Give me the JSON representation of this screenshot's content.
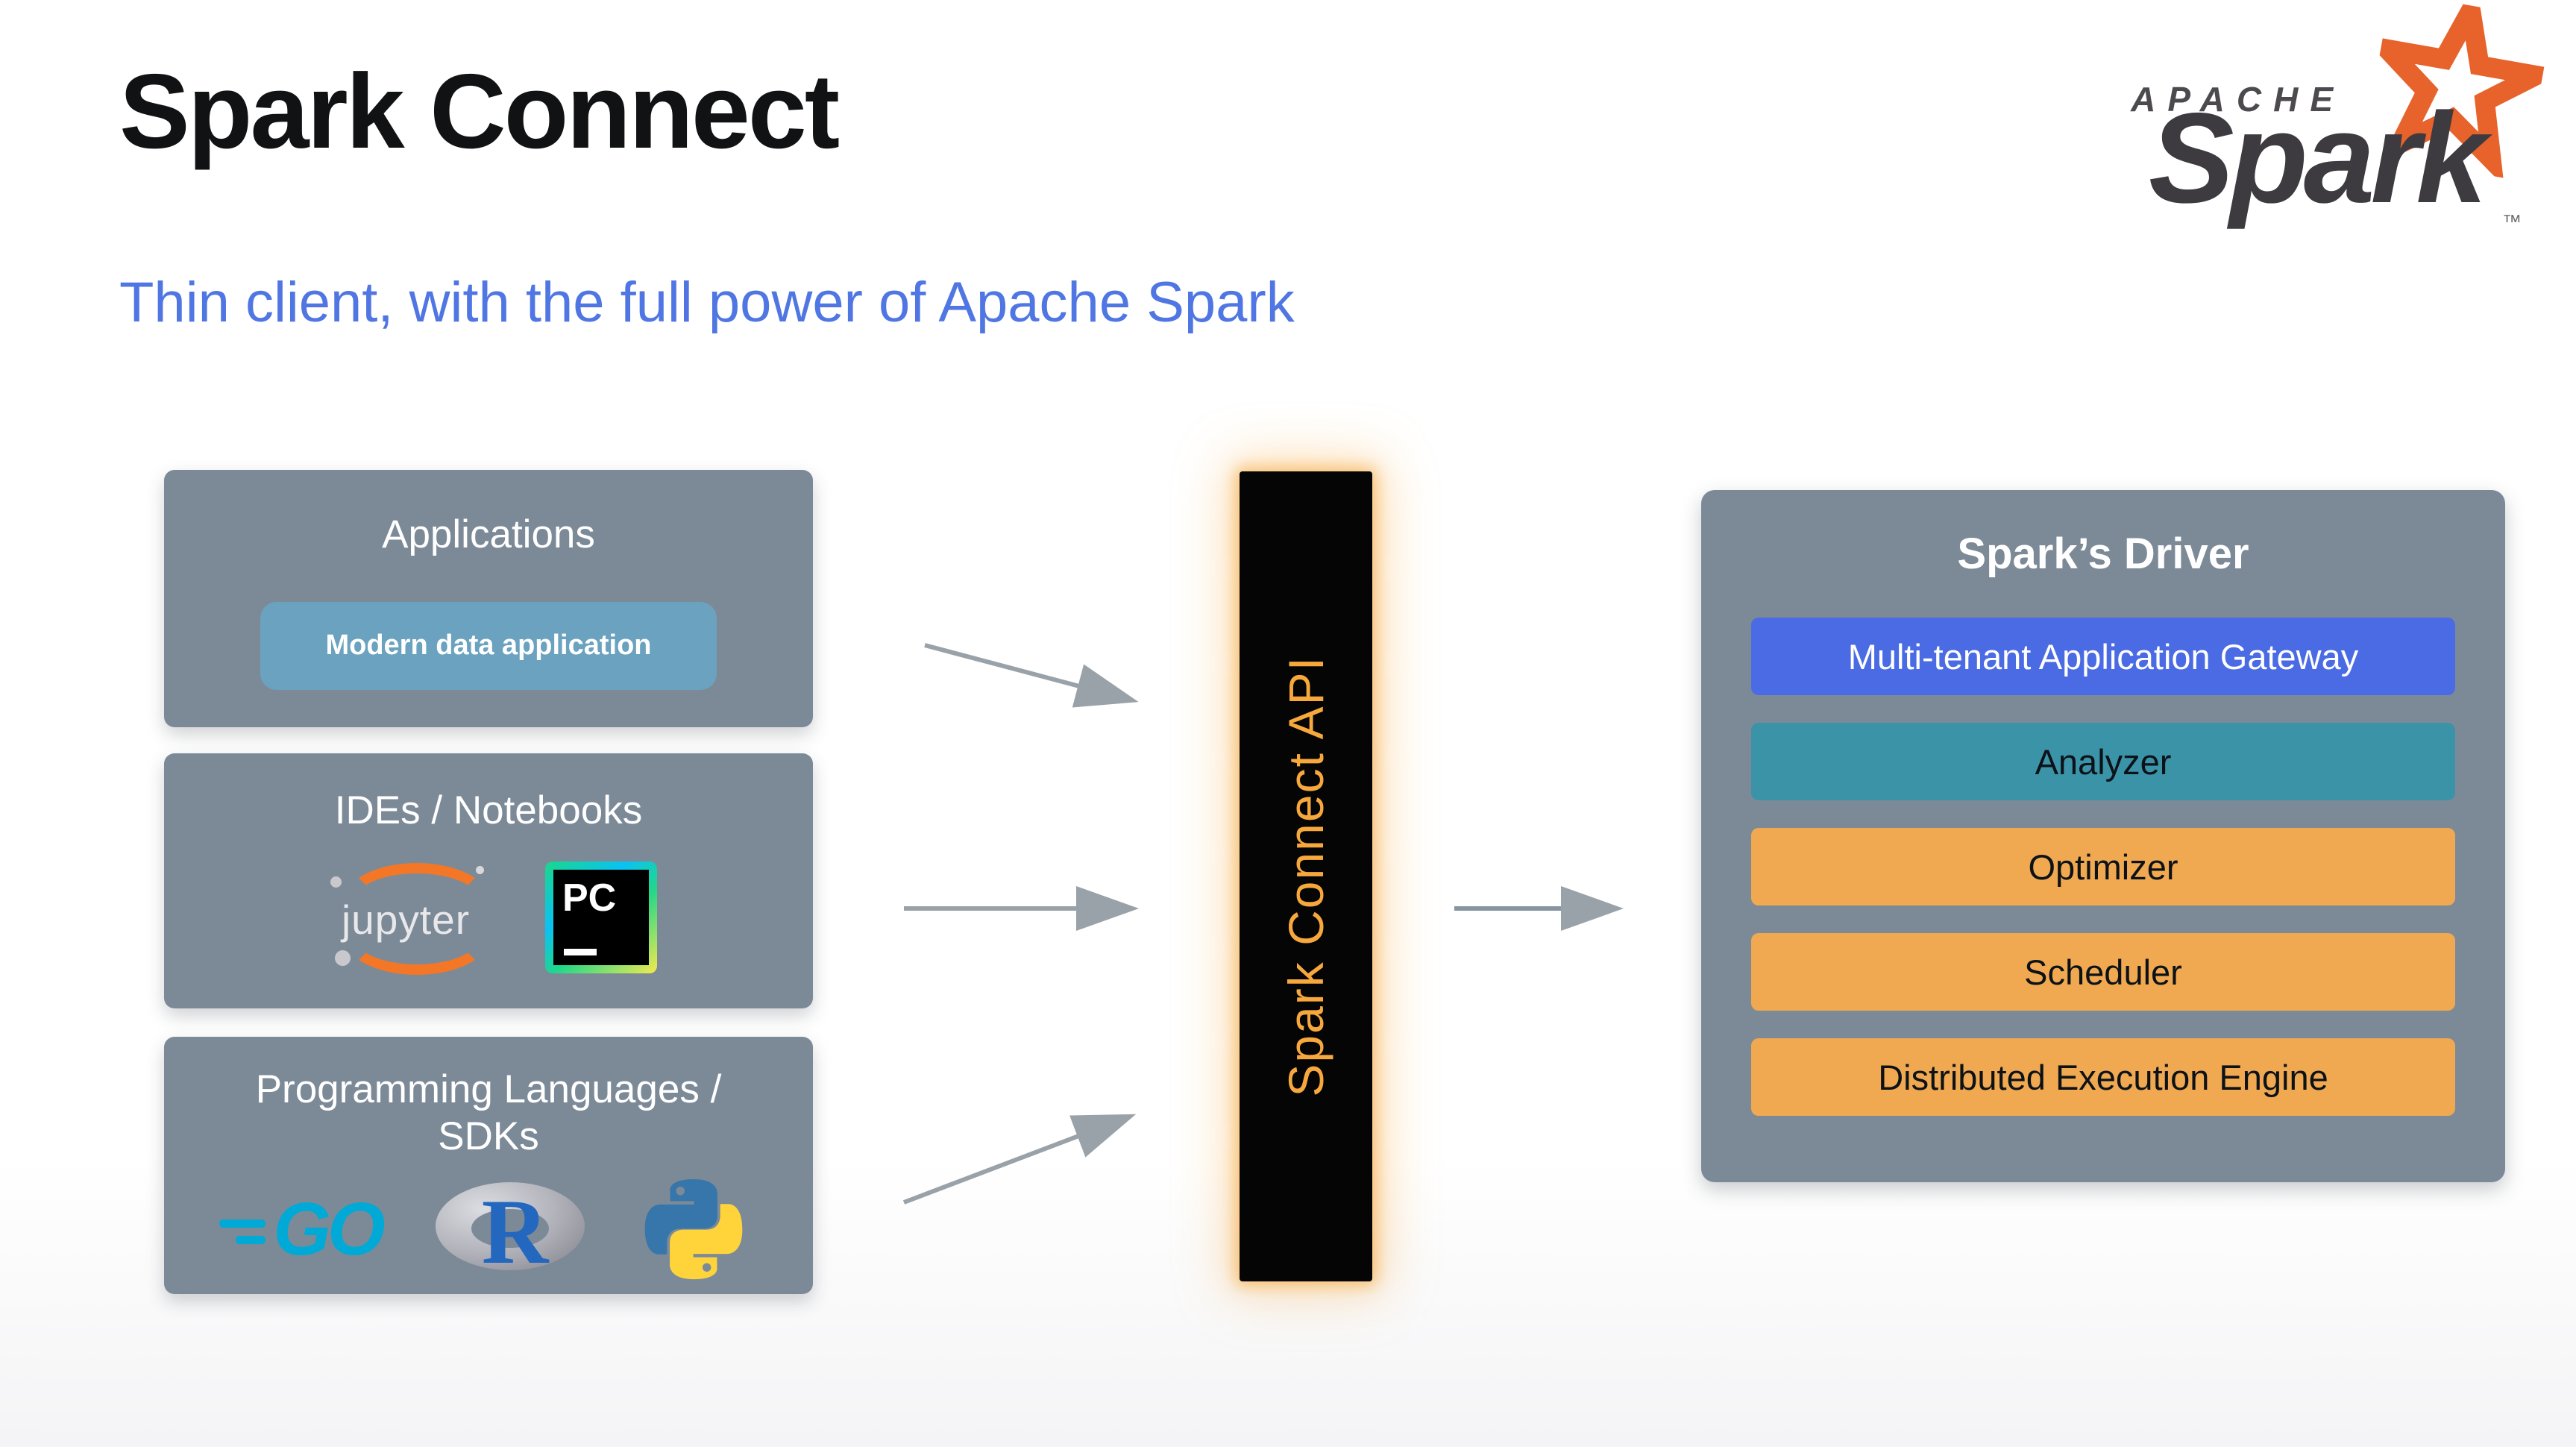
{
  "slide": {
    "title": "Spark Connect",
    "subtitle": "Thin client, with the full power of Apache Spark"
  },
  "brand": {
    "apache": "APACHE",
    "spark": "Spark",
    "tm": "™"
  },
  "sources": {
    "applications": {
      "title": "Applications",
      "chip": "Modern data application"
    },
    "ides": {
      "title": "IDEs / Notebooks",
      "jupyter": "jupyter",
      "pycharm": "PC"
    },
    "languages": {
      "title": "Programming Languages / SDKs",
      "go": "GO",
      "r": "R"
    }
  },
  "connector": {
    "label": "Spark Connect API"
  },
  "driver": {
    "title": "Spark’s Driver",
    "rows": [
      {
        "label": "Multi-tenant Application Gateway",
        "color": "#4a6be4"
      },
      {
        "label": "Analyzer",
        "color": "#3b93a7"
      },
      {
        "label": "Optimizer",
        "color": "#f0a950"
      },
      {
        "label": "Scheduler",
        "color": "#f0a950"
      },
      {
        "label": "Distributed Execution Engine",
        "color": "#f0a950"
      }
    ]
  },
  "colors": {
    "panel_gray": "#7c8a98",
    "chip_blue": "#6ba2bf",
    "accent_orange": "#f7a83d",
    "subtitle_blue": "#5076e3",
    "arrow_gray": "#9aa2a9",
    "star_orange": "#e8622b"
  }
}
